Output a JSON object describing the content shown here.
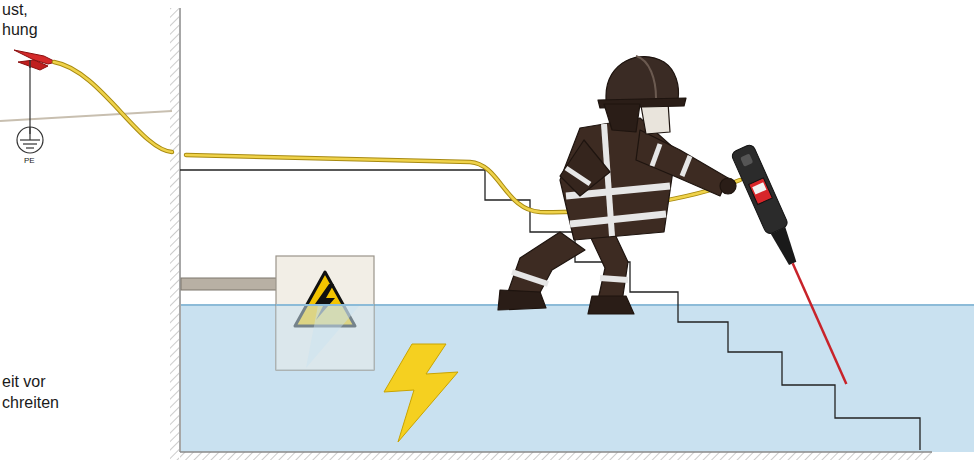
{
  "diagram": {
    "labels": [
      "ust,",
      "hung",
      "PE",
      "eit vor",
      "chreiten"
    ]
  }
}
